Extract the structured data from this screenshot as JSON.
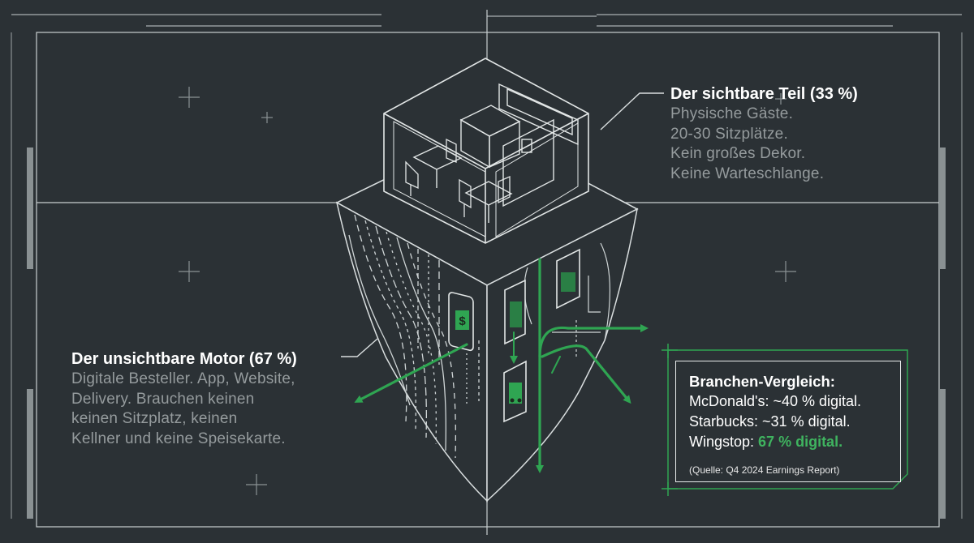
{
  "visible_part": {
    "title": "Der sichtbare Teil (33 %)",
    "lines": [
      "Physische Gäste.",
      "20-30 Sitzplätze.",
      "Kein großes Dekor.",
      "Keine Warteschlange."
    ]
  },
  "invisible_part": {
    "title": "Der unsichtbare Motor (67 %)",
    "lines": [
      "Digitale Besteller. App, Website,",
      "Delivery. Brauchen keinen",
      "keinen Sitzplatz, keinen",
      "Kellner und keine Speisekarte."
    ]
  },
  "comparison": {
    "title": "Branchen-Vergleich:",
    "rows": [
      {
        "label": "McDonald's: ~40 % digital."
      },
      {
        "label": "Starbucks: ~31 % digital."
      },
      {
        "prefix": "Wingstop: ",
        "highlight": "67 % digital."
      }
    ],
    "source": "(Quelle: Q4 2024 Earnings Report)"
  },
  "colors": {
    "background": "#2b3135",
    "line": "#d9dedf",
    "accent_green": "#3fb35f"
  },
  "icons": [
    "phone-icon",
    "dollar-icon",
    "delivery-scooter-icon",
    "cafe-table-icon",
    "chair-icon",
    "counter-icon"
  ]
}
